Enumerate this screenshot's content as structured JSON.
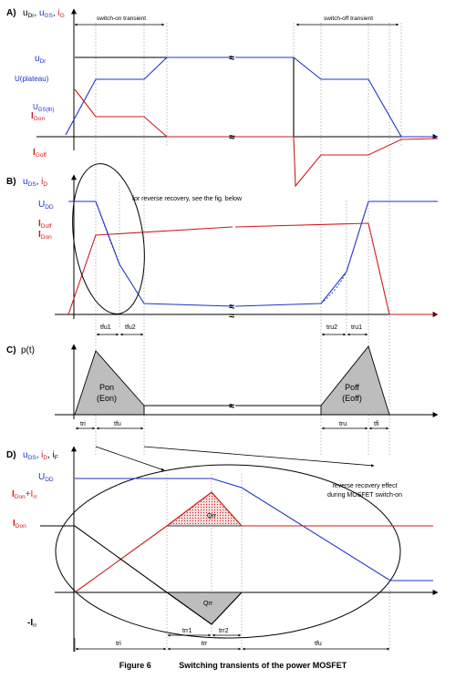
{
  "colors": {
    "black": "#000000",
    "red": "#d11a1a",
    "blue": "#1f33c8",
    "dot": "#9a9a9a",
    "shade": "#bdbdbd"
  },
  "panelA": {
    "label_panel": "A)",
    "label_u": "u",
    "sub_dr": "Dr",
    "label_u2": "u",
    "sub_gs": "GS",
    "label_i": "i",
    "sub_g": "G",
    "transient_on": "switch-on transient",
    "transient_off": "switch-off transient",
    "udr_u": "u",
    "udr_sub": "Dr",
    "uplateau": "U(plateau)",
    "ugs_u": "U",
    "ugs_sub": "GS(th)",
    "igon_i": "I",
    "igon_sub": "Gon",
    "igoff_i": "I",
    "igoff_sub": "Goff"
  },
  "panelB": {
    "label_panel": "B)",
    "label_u": "u",
    "sub_ds": "DS",
    "label_i": "i",
    "sub_d": "D",
    "note": "for reverse recovery, see the fig. below",
    "udd_u": "U",
    "udd_sub": "DD",
    "idoff_i": "I",
    "idoff_sub": "Doff",
    "idon_i": "I",
    "idon_sub": "Don",
    "tfu1": "tfu1",
    "tfu2": "tfu2",
    "tru2": "tru2",
    "tru1": "tru1"
  },
  "panelC": {
    "label_panel": "C)",
    "label_p": "p(t)",
    "pon": "Pon",
    "eon": "(Eon)",
    "poff": "Poff",
    "eoff": "(Eoff)",
    "tri": "tri",
    "tfu": "tfu",
    "tru": "tru",
    "tfi": "tfi"
  },
  "panelD": {
    "label_panel": "D)",
    "label_u": "u",
    "sub_ds": "DS",
    "label_i": "i",
    "sub_d": "D",
    "label_i2": "i",
    "sub_f": "F",
    "udd_u": "U",
    "udd_sub": "DD",
    "idonirr_i": "I",
    "idonirr_sub": "Don",
    "idonirr_plus": "+I",
    "idonirr_sub2": "rr",
    "idon_i": "I",
    "idon_sub": "Don",
    "irr_i": "-I",
    "irr_sub": "rr",
    "qrr_top": "Qrr",
    "qrr_bottom": "Qrr",
    "note_line1": "reverse recovery effect",
    "note_line2": "during MOSFET switch-on",
    "trr1": "trr1",
    "trr2": "trr2",
    "trr": "trr",
    "tri": "tri",
    "tfu": "tfu"
  },
  "caption": {
    "number": "Figure 6",
    "title": "Switching transients of the power MOSFET"
  }
}
